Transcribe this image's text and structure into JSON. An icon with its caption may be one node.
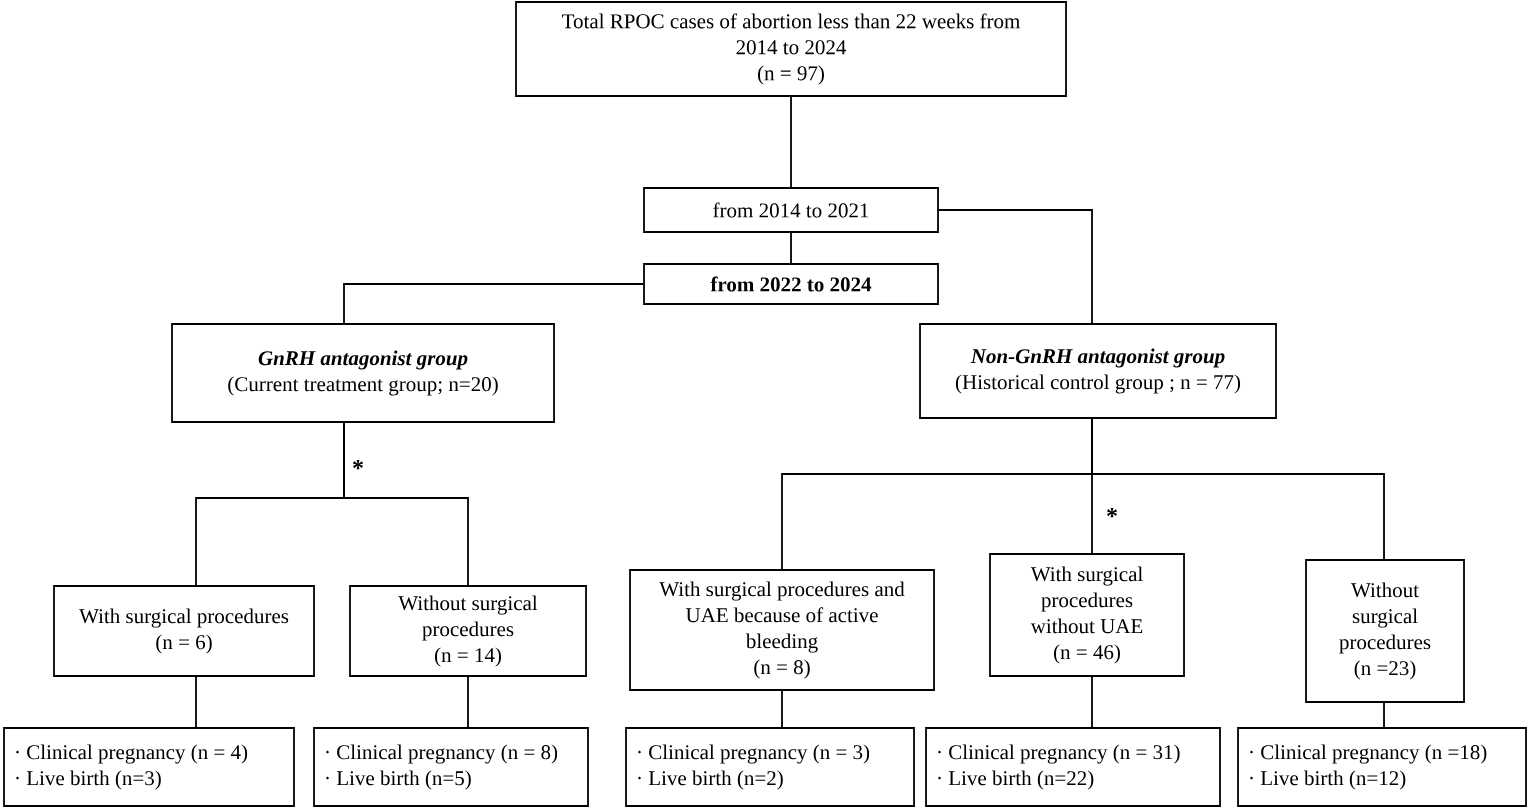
{
  "diagram": {
    "nodes": [
      {
        "text": [
          "Total RPOC cases of abortion less than 22 weeks from 2014 to 2024",
          "(n = 97)"
        ]
      },
      {
        "text": [
          "from 2014 to 2021"
        ]
      },
      {
        "text": [
          "from 2022 to 2024"
        ]
      },
      {
        "text": [
          "GnRH antagonist group",
          "(Current treatment group; n=20)"
        ]
      },
      {
        "text": [
          "Non-GnRH antagonist group",
          "(Historical control group ; n = 77)"
        ]
      },
      {
        "text": [
          "With surgical procedures",
          "(n = 6)"
        ]
      },
      {
        "text": [
          "Without surgical procedures",
          "(n = 14)"
        ]
      },
      {
        "text": [
          "With surgical procedures and UAE because of active bleeding",
          "(n = 8)"
        ]
      },
      {
        "text": [
          "With surgical procedures without UAE",
          "(n = 46)"
        ]
      },
      {
        "text": [
          "Without surgical procedures",
          "(n =23)"
        ]
      },
      {
        "text": [
          "· Clinical pregnancy (n = 4)",
          "· Live birth (n=3)"
        ]
      },
      {
        "text": [
          "· Clinical pregnancy (n = 8)",
          "· Live birth (n=5)"
        ]
      },
      {
        "text": [
          "· Clinical pregnancy (n = 3)",
          "· Live birth (n=2)"
        ]
      },
      {
        "text": [
          "· Clinical pregnancy (n = 31)",
          "· Live birth (n=22)"
        ]
      },
      {
        "text": [
          "· Clinical pregnancy (n =18)",
          "· Live birth (n=12)"
        ]
      }
    ],
    "edges": [
      {
        "from": 0,
        "to": 1,
        "arrow": "none"
      },
      {
        "from": 1,
        "to": 2,
        "arrow": "none"
      },
      {
        "from": 1,
        "to": 4,
        "arrow": "none"
      },
      {
        "from": 2,
        "to": 3,
        "arrow": "none"
      },
      {
        "from": 3,
        "to": 5,
        "arrow": "none"
      },
      {
        "from": 3,
        "to": 6,
        "arrow": "none"
      },
      {
        "from": 4,
        "to": 7,
        "arrow": "none"
      },
      {
        "from": 4,
        "to": 8,
        "arrow": "none"
      },
      {
        "from": 4,
        "to": 9,
        "arrow": "none"
      },
      {
        "from": 5,
        "to": 10,
        "arrow": "none"
      },
      {
        "from": 6,
        "to": 11,
        "arrow": "none"
      },
      {
        "from": 7,
        "to": 12,
        "arrow": "none"
      },
      {
        "from": 8,
        "to": 13,
        "arrow": "none"
      },
      {
        "from": 9,
        "to": 14,
        "arrow": "none"
      }
    ],
    "labels": [
      "*",
      "*"
    ]
  }
}
